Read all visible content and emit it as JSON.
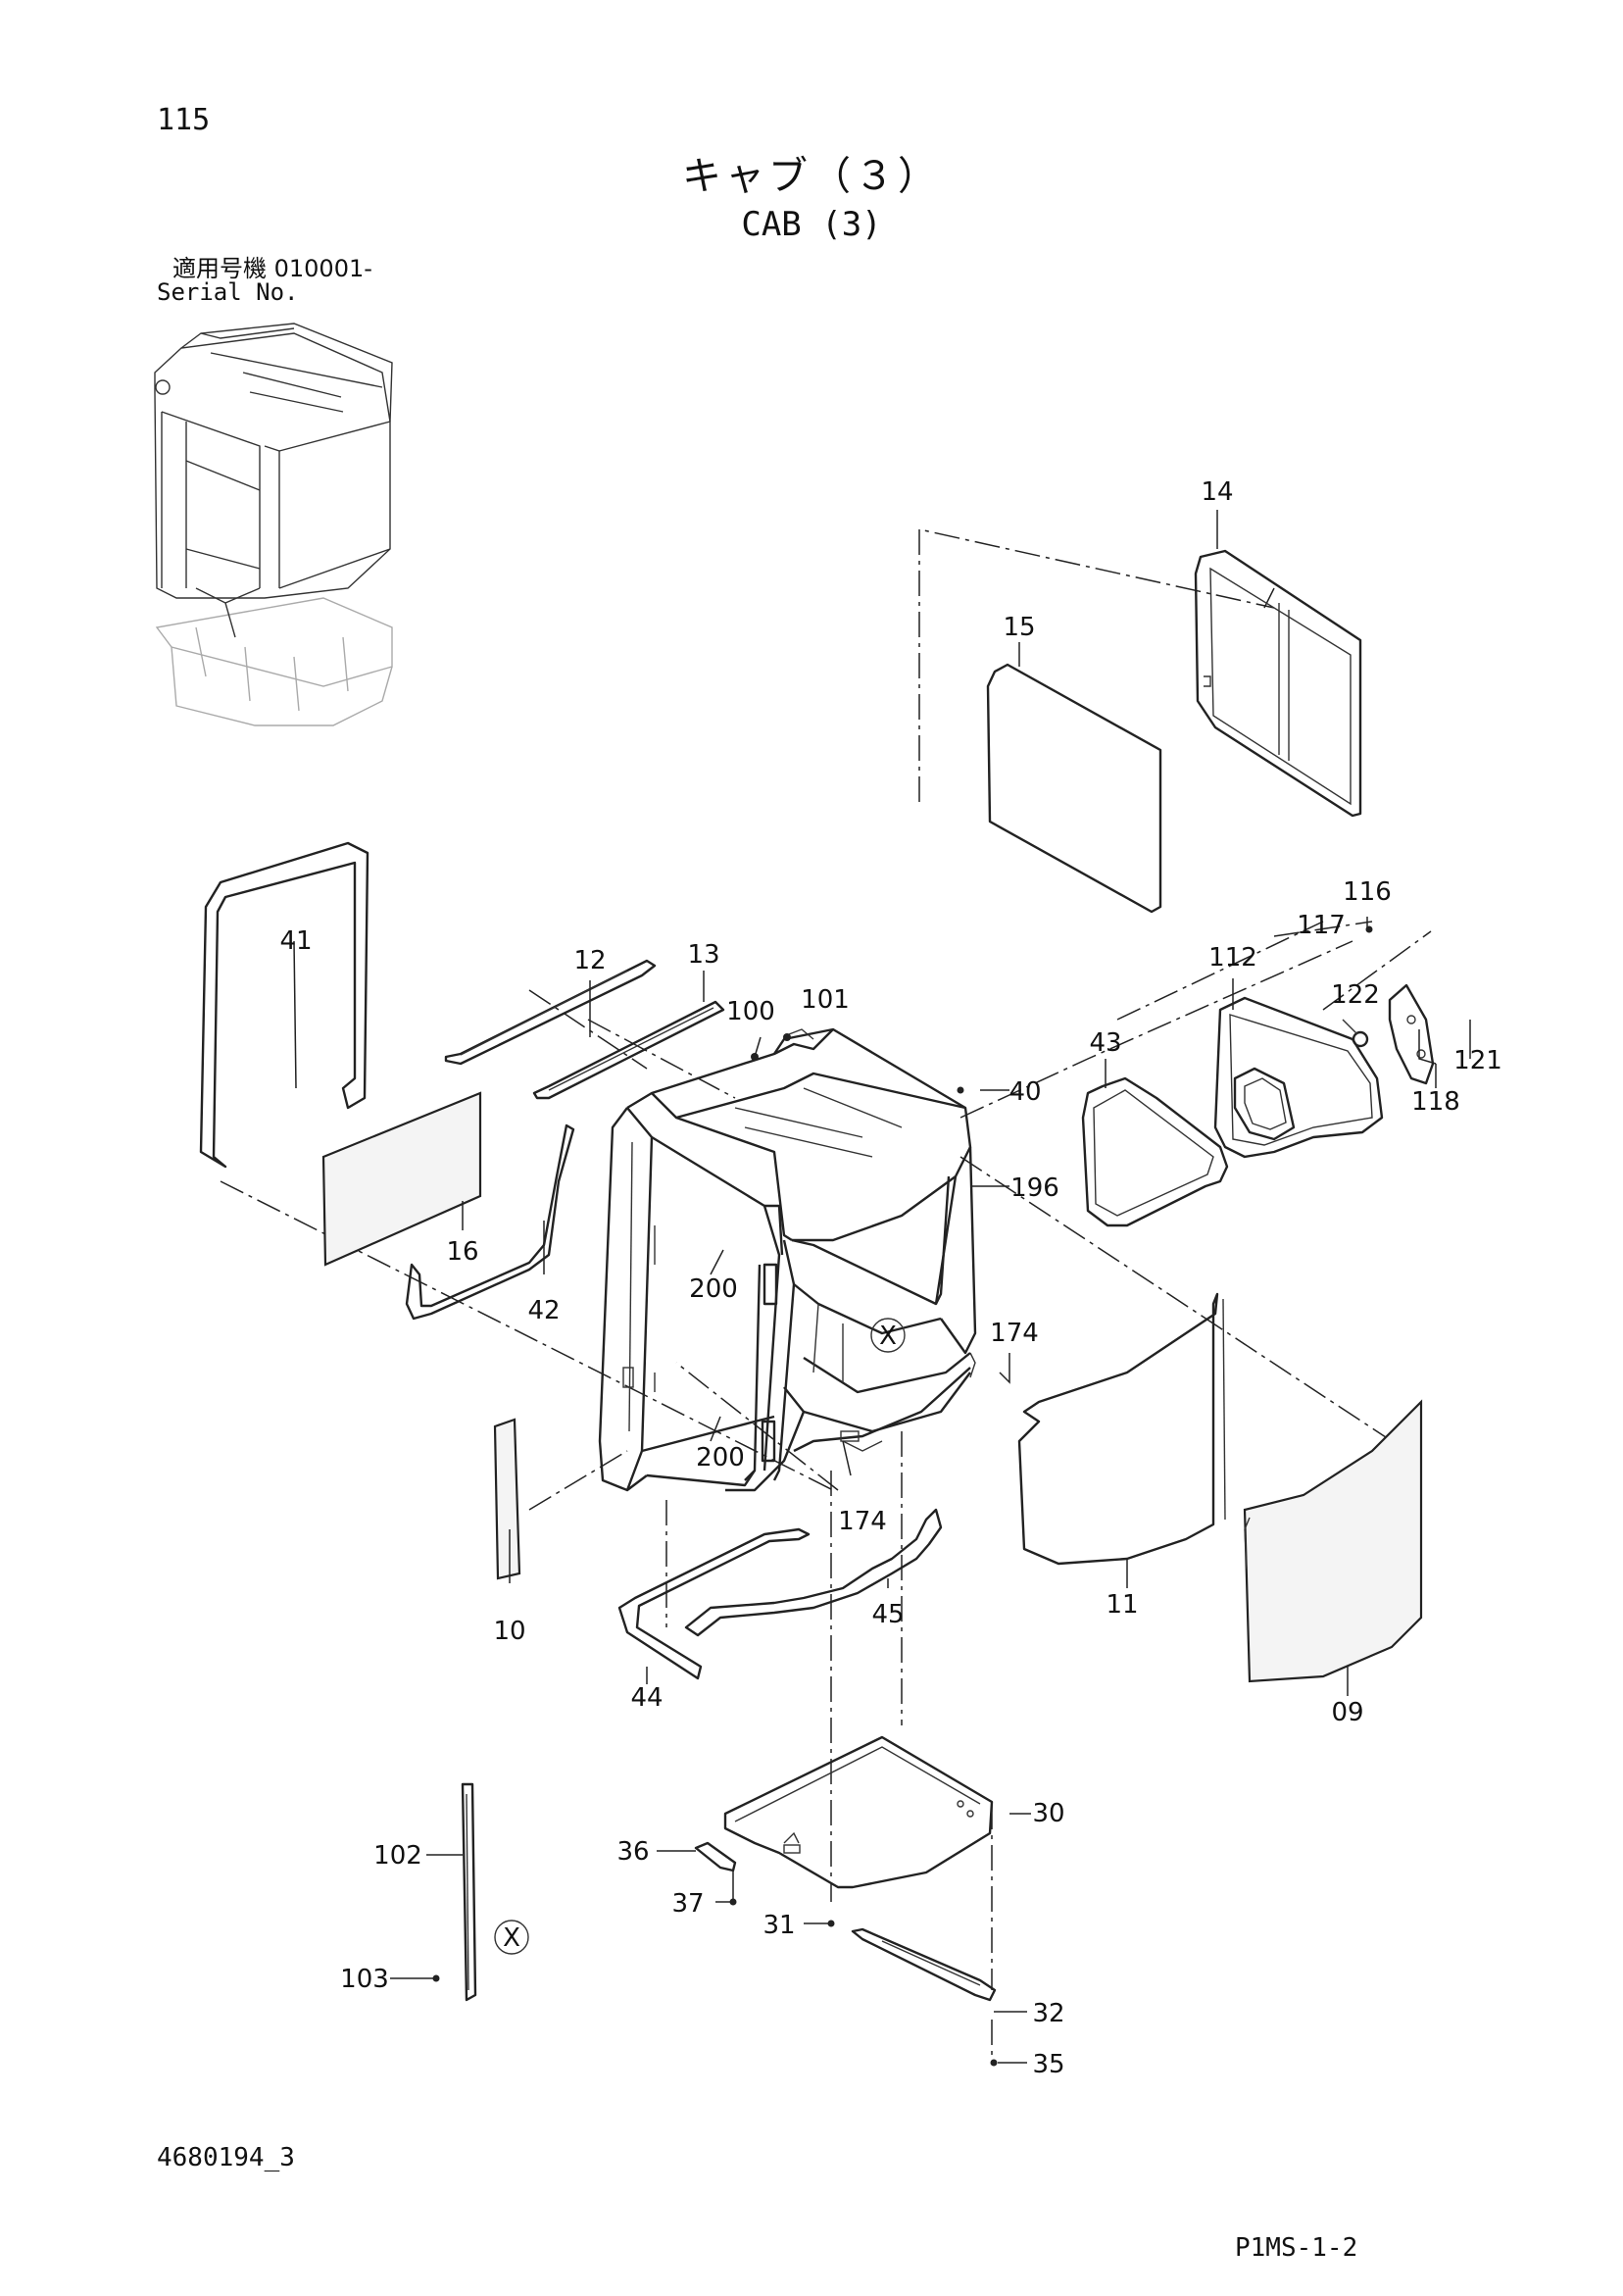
{
  "page_number": "115",
  "title_ja": "キャブ（３）",
  "title_en": "CAB (3)",
  "serial_label_ja": "適用号機  010001-",
  "serial_label_en": "Serial No.",
  "drawing_code": "4680194_3",
  "page_code": "P1MS-1-2",
  "callouts": {
    "p09": "09",
    "p10": "10",
    "p11": "11",
    "p12": "12",
    "p13": "13",
    "p14": "14",
    "p15": "15",
    "p16": "16",
    "p30": "30",
    "p31": "31",
    "p32": "32",
    "p35": "35",
    "p36": "36",
    "p37": "37",
    "p40": "40",
    "p41": "41",
    "p42": "42",
    "p43": "43",
    "p44": "44",
    "p45": "45",
    "p100": "100",
    "p101": "101",
    "p102": "102",
    "p103": "103",
    "p112": "112",
    "p116": "116",
    "p117": "117",
    "p118": "118",
    "p121": "121",
    "p122": "122",
    "p174a": "174",
    "p174b": "174",
    "p196": "196",
    "p200a": "200",
    "p200b": "200"
  },
  "reference_marks": {
    "x1": "X",
    "x2": "X"
  }
}
